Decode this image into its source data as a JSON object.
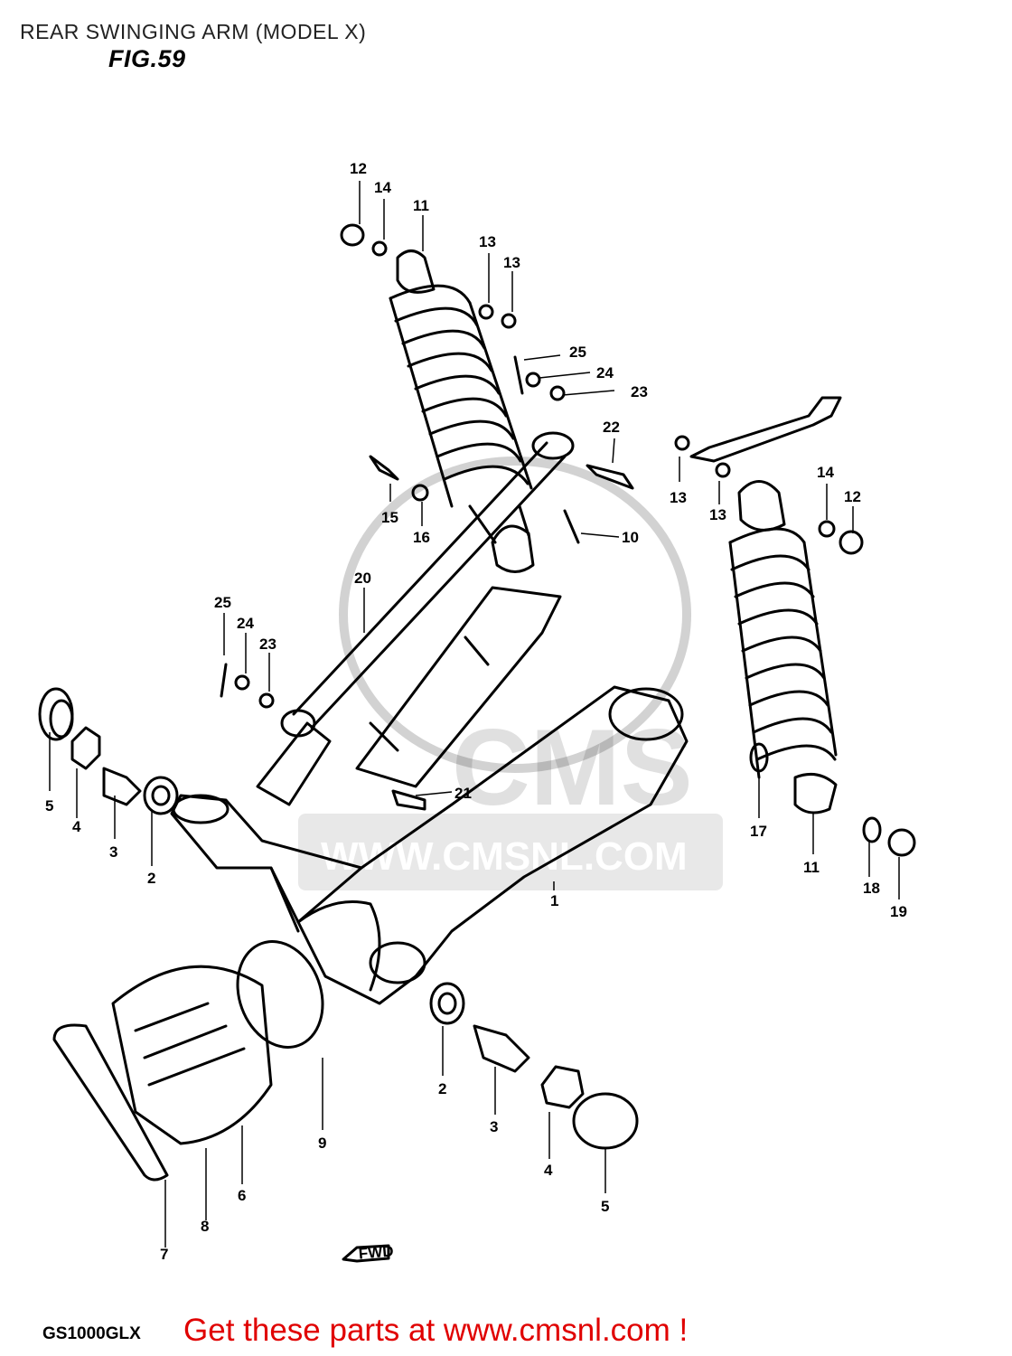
{
  "header": {
    "title": "REAR SWINGING ARM (MODEL X)",
    "figure": "FIG.59"
  },
  "footer": {
    "model_code": "GS1000GLX",
    "cta": "Get these parts at www.cmsnl.com !"
  },
  "watermark": {
    "logo": "CMS",
    "url": "WWW.CMSNL.COM"
  },
  "direction_marker": "FWD",
  "callouts": [
    "12",
    "14",
    "11",
    "13",
    "13",
    "25",
    "24",
    "23",
    "22",
    "13",
    "13",
    "14",
    "12",
    "15",
    "16",
    "10",
    "20",
    "25",
    "24",
    "23",
    "5",
    "4",
    "3",
    "2",
    "21",
    "1",
    "17",
    "11",
    "18",
    "19",
    "2",
    "3",
    "4",
    "5",
    "9",
    "6",
    "8",
    "7"
  ]
}
